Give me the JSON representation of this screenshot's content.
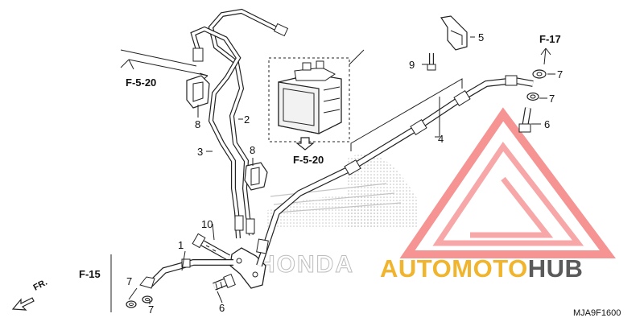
{
  "callouts": {
    "p1": "1",
    "p2": "2",
    "p3": "3",
    "p4": "4",
    "p5": "5",
    "p6_top": "6",
    "p6_bottom": "6",
    "p7_top": "7",
    "p7_mid": "7",
    "p7_left": "7",
    "p7_left_b": "7",
    "p8_left": "8",
    "p8_mid": "8",
    "p9": "9",
    "p10": "10"
  },
  "references": {
    "f520_left": "F-5-20",
    "f520_center": "F-5-20",
    "f17": "F-17",
    "f15": "F-15",
    "front": "FR."
  },
  "watermark": {
    "word1": "AUTOMOTO",
    "word2": "HUB",
    "maker_mark": "HONDA"
  },
  "diagram_code": "MJA9F1600",
  "colors": {
    "line": "#222222",
    "watermark_red": "#ee3b3b",
    "watermark_yellow": "#f0b42d",
    "watermark_gray": "#5a5a5a",
    "stipple": "#b9b9b9"
  }
}
